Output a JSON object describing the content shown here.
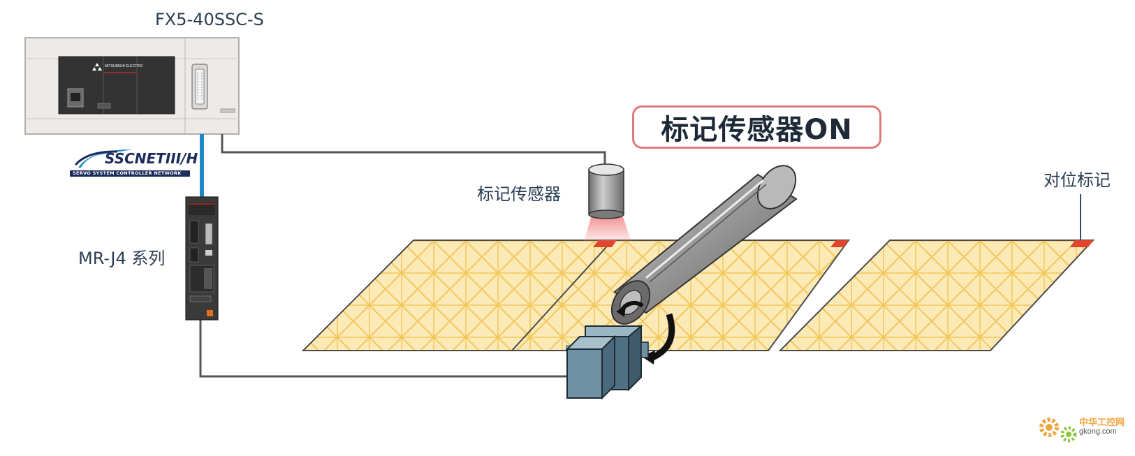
{
  "labels": {
    "plc_model": "FX5-40SSC-S",
    "network_logo_text": "SSCNETIII/H",
    "network_logo_subtitle": "SERVO SYSTEM CONTROLLER NETWORK",
    "servo_series": "MR-J4 系列",
    "sensor": "标记传感器",
    "callout": "标记传感器ON",
    "registration_mark": "对位标记",
    "plc_brand": "MITSUBISHI ELECTRIC"
  },
  "watermark": {
    "text_cn": "中华工控网",
    "text_url": "gkong.com"
  },
  "colors": {
    "plc_body": "#eeeae8",
    "plc_panel": "#3a3a3a",
    "network_cable": "#1e88c8",
    "signal_cable": "#555555",
    "sheet_fill": "#fbe9b6",
    "sheet_grid": "#f2c75a",
    "registration_mark": "#e0452e",
    "sensor_beam": "#f08a8a",
    "motor": "#6f8fa3",
    "roller": "#8a8a8a",
    "callout_border": "#e07a7a",
    "text": "#2c3e55"
  }
}
